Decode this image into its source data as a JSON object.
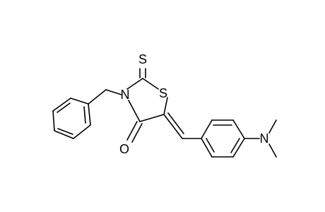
{
  "atoms": {
    "thione_s": "S",
    "ring_s": "S",
    "ring_n": "N",
    "carbonyl_o": "O",
    "amine_n": "N"
  },
  "colors": {
    "bond": "#000000",
    "label": "#000000",
    "background": "#ffffff"
  }
}
